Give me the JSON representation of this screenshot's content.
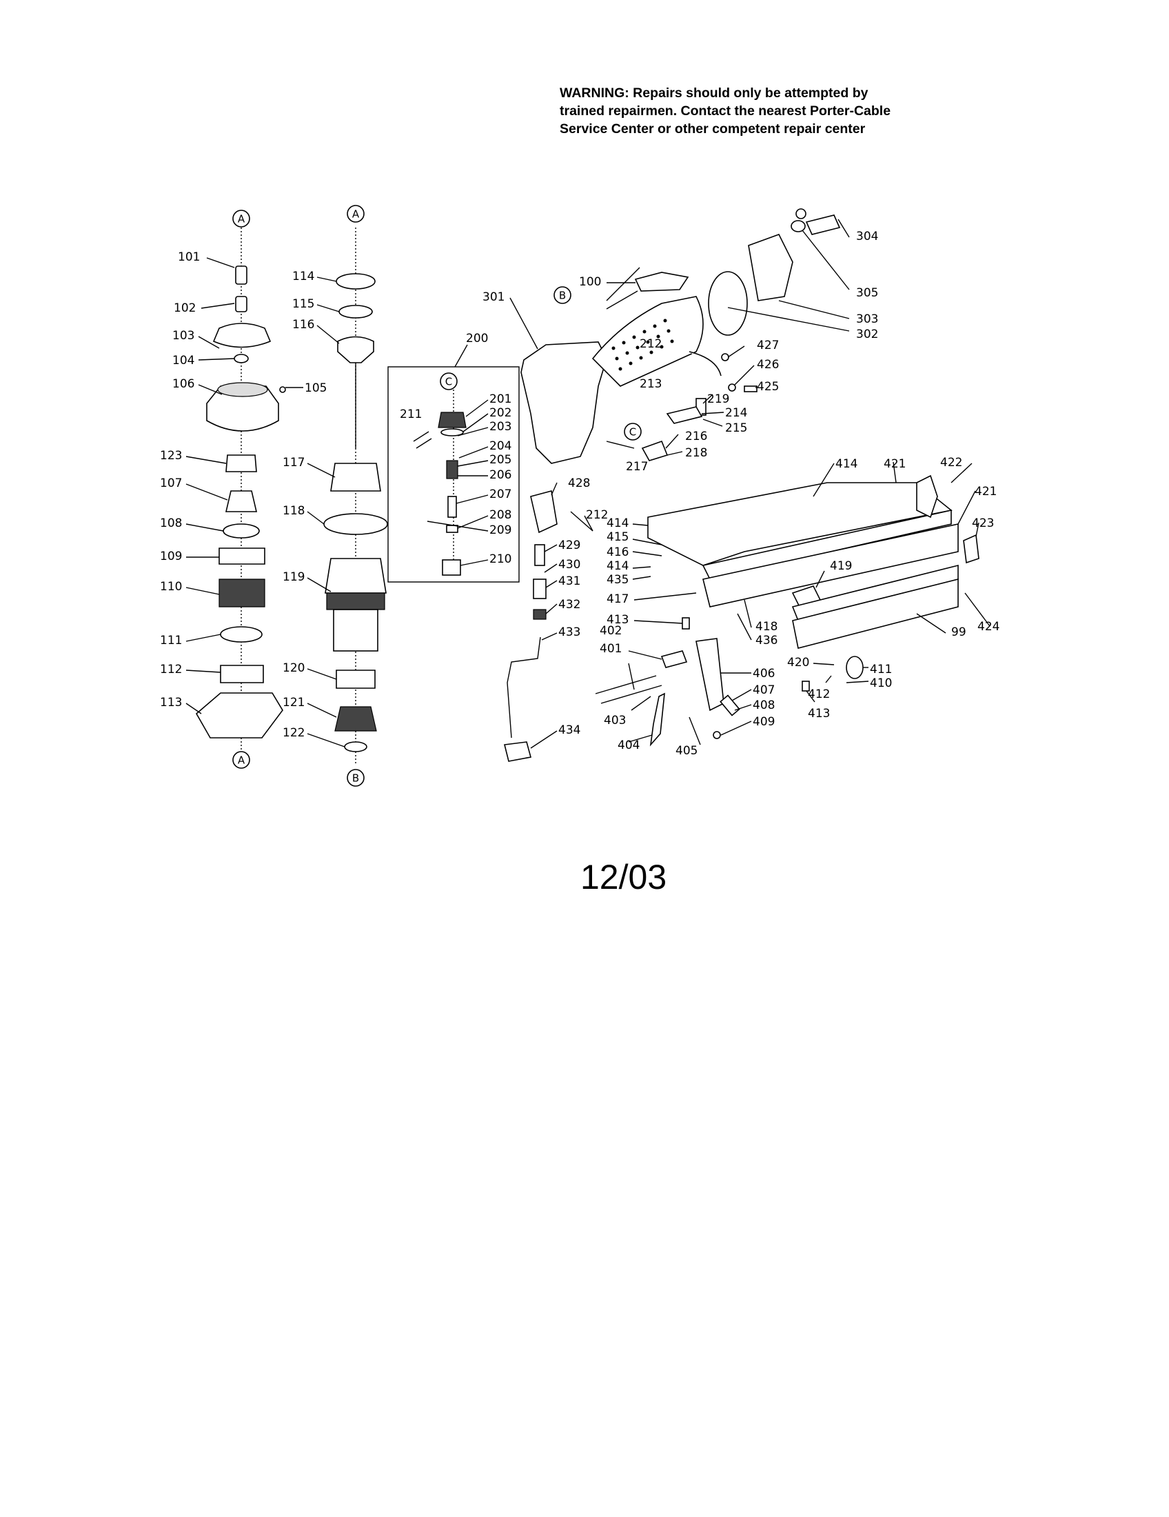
{
  "warning": {
    "lines": [
      "WARNING: Repairs should only be attempted by",
      "trained repairmen. Contact the nearest Porter-Cable",
      "Service Center or other competent  repair center"
    ]
  },
  "date": "12/03",
  "refs": {
    "a": "A",
    "b": "B",
    "c": "C"
  },
  "callouts": {
    "p99": "99",
    "p100": "100",
    "p101": "101",
    "p102": "102",
    "p103": "103",
    "p104": "104",
    "p105": "105",
    "p106": "106",
    "p107": "107",
    "p108": "108",
    "p109": "109",
    "p110": "110",
    "p111": "111",
    "p112": "112",
    "p113": "113",
    "p114": "114",
    "p115": "115",
    "p116": "116",
    "p117": "117",
    "p118": "118",
    "p119": "119",
    "p120": "120",
    "p121": "121",
    "p122": "122",
    "p123": "123",
    "p200": "200",
    "p201": "201",
    "p202": "202",
    "p203": "203",
    "p204": "204",
    "p205": "205",
    "p206": "206",
    "p207": "207",
    "p208": "208",
    "p209": "209",
    "p210": "210",
    "p211": "211",
    "p212": "212",
    "p213": "213",
    "p214": "214",
    "p215": "215",
    "p216": "216",
    "p217": "217",
    "p218": "218",
    "p219": "219",
    "p301": "301",
    "p302": "302",
    "p303": "303",
    "p304": "304",
    "p305": "305",
    "p401": "401",
    "p402": "402",
    "p403": "403",
    "p404": "404",
    "p405": "405",
    "p406": "406",
    "p407": "407",
    "p408": "408",
    "p409": "409",
    "p410": "410",
    "p411": "411",
    "p412": "412",
    "p413": "413",
    "p414": "414",
    "p415": "415",
    "p416": "416",
    "p417": "417",
    "p418": "418",
    "p419": "419",
    "p420": "420",
    "p421": "421",
    "p422": "422",
    "p423": "423",
    "p424": "424",
    "p425": "425",
    "p426": "426",
    "p427": "427",
    "p428": "428",
    "p429": "429",
    "p430": "430",
    "p431": "431",
    "p432": "432",
    "p433": "433",
    "p434": "434",
    "p435": "435",
    "p436": "436"
  }
}
